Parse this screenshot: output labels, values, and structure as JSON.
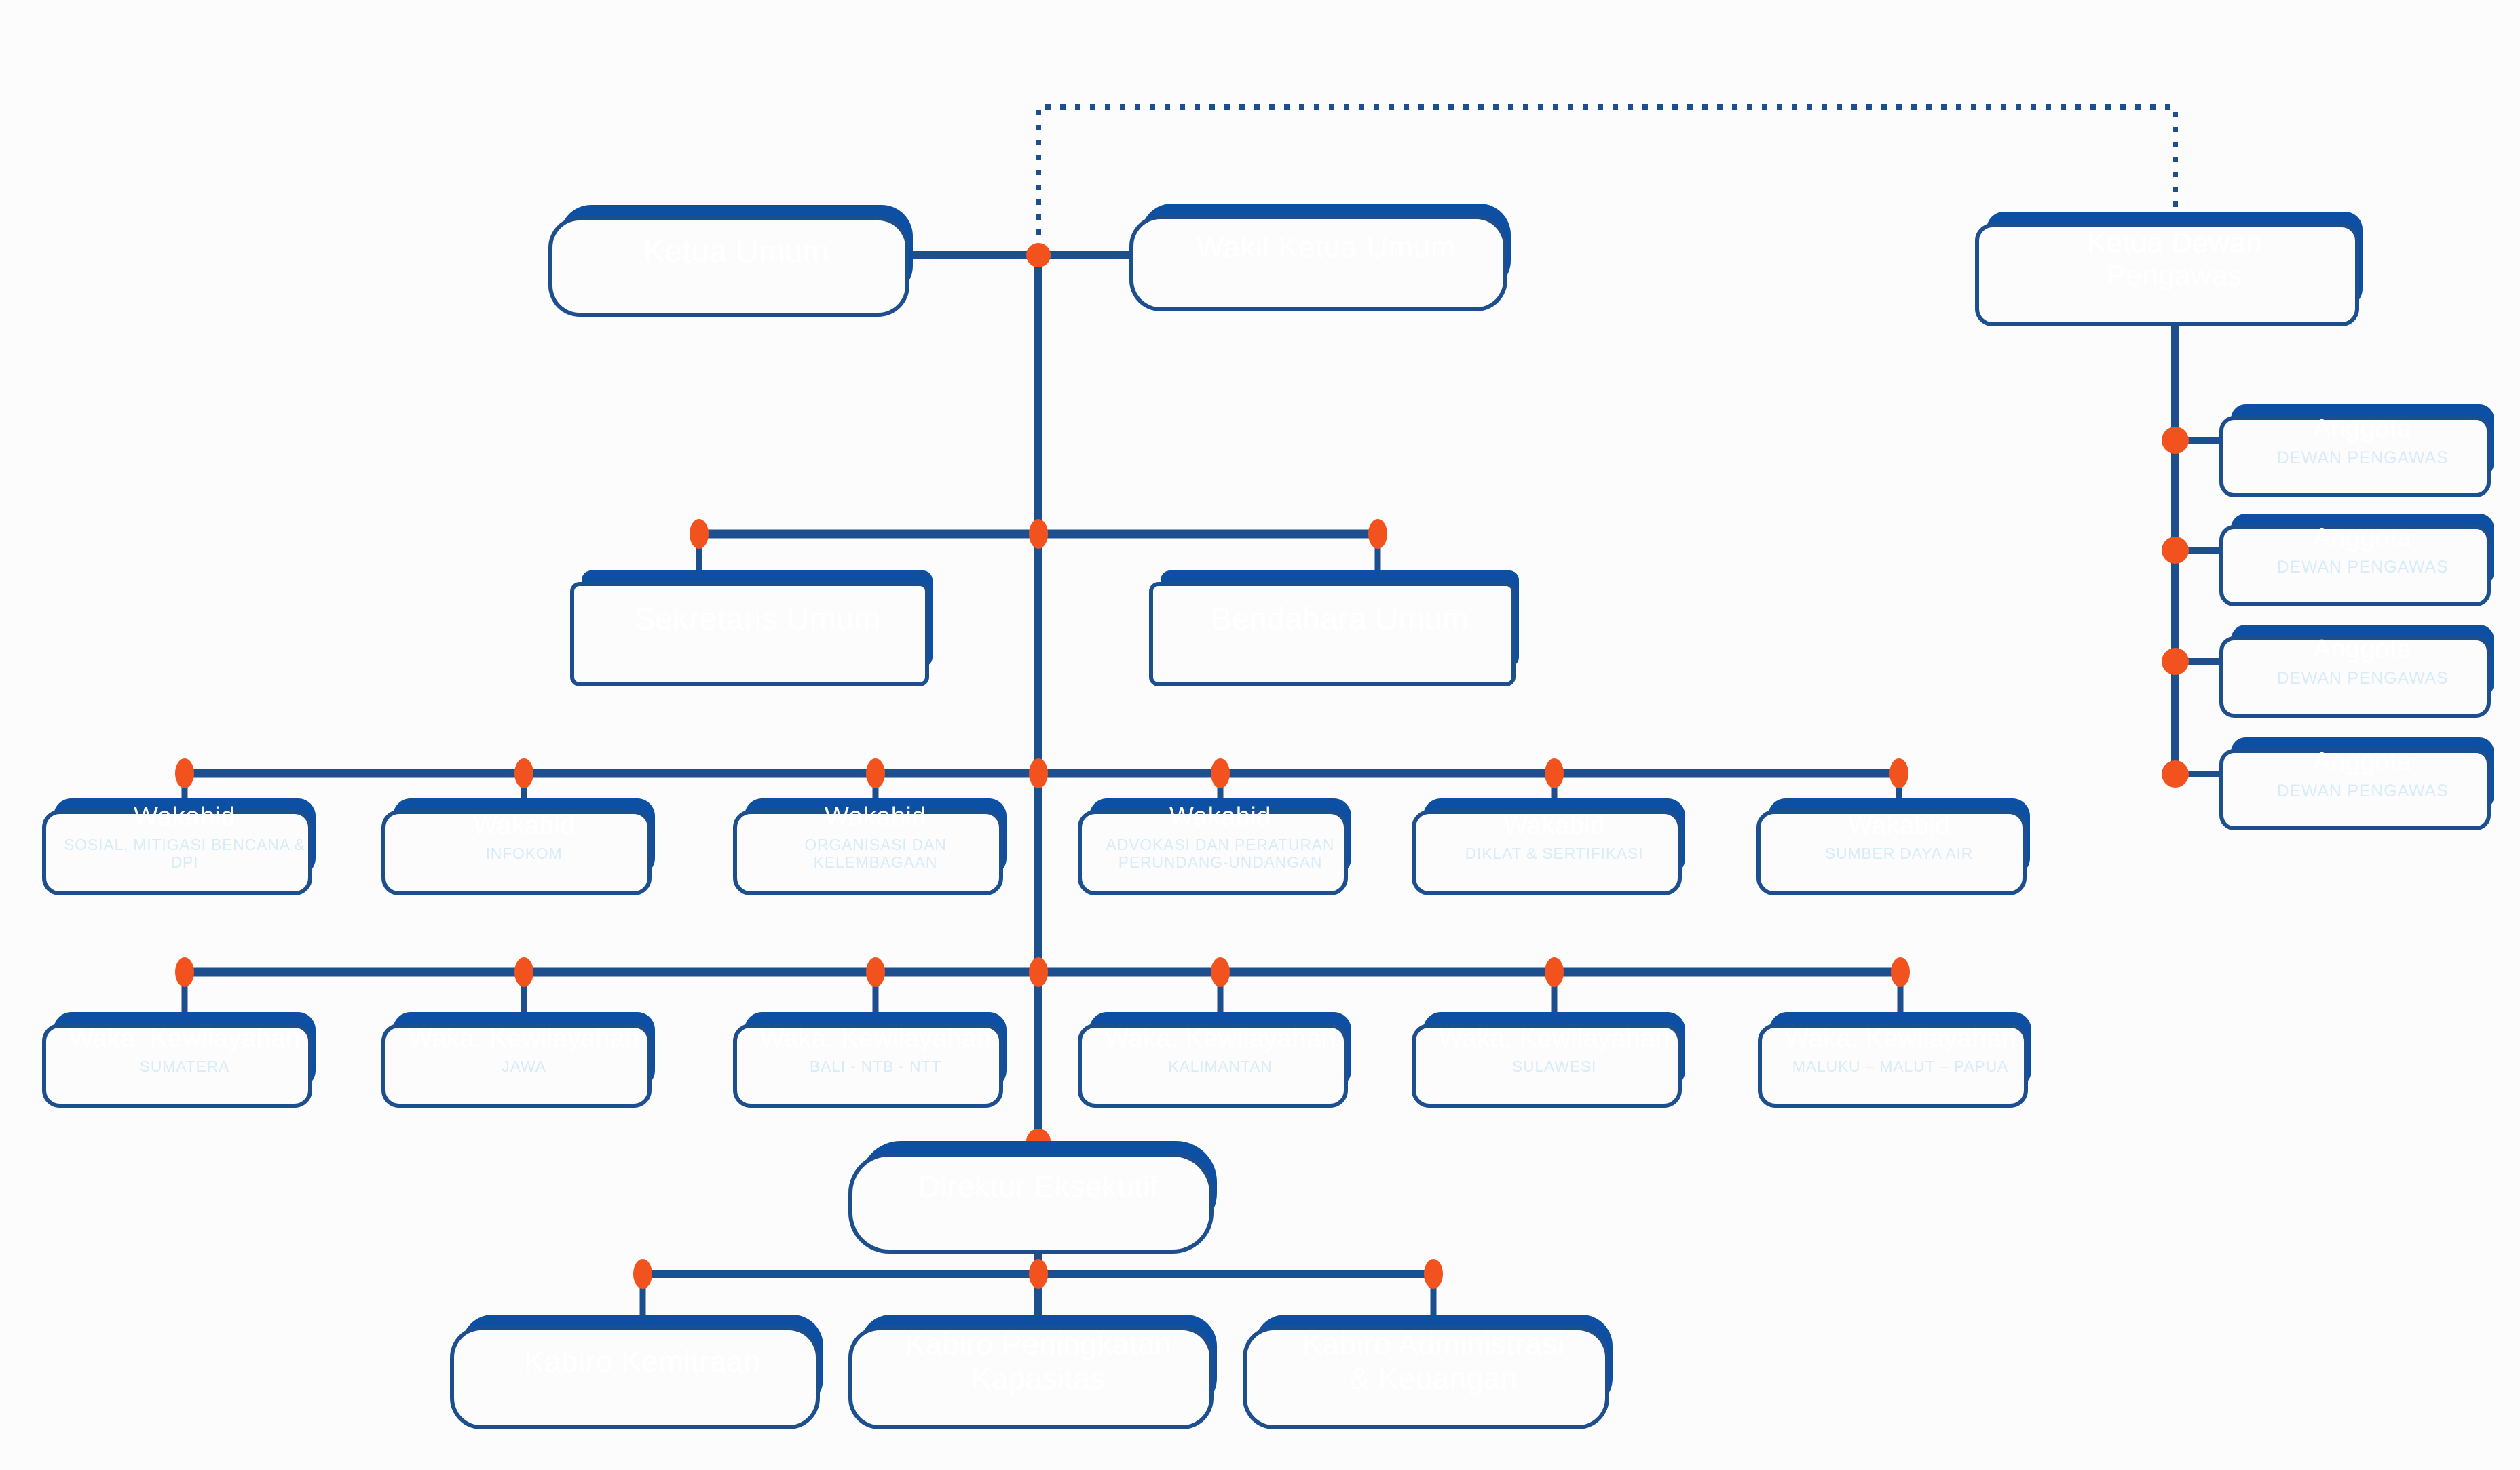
{
  "palette": {
    "box_blue": "#0c4fa3",
    "connector_blue": "#1d4e8e",
    "junction_orange": "#f2521e",
    "background": "#fcfcfc",
    "title_text": "#ffffff",
    "subtitle_text": "#d8ebf8"
  },
  "org": {
    "ketua_umum": {
      "title": "Ketua Umum"
    },
    "wakil_ketua_umum": {
      "title": "Wakil Ketua Umum"
    },
    "ketua_dewan_pengawas": {
      "title": "Ketua Dewan Pengawas"
    },
    "anggota_dewan_pengawas": [
      {
        "title": "Anggota",
        "subtitle": "DEWAN PENGAWAS"
      },
      {
        "title": "Anggota",
        "subtitle": "DEWAN PENGAWAS"
      },
      {
        "title": "Anggota",
        "subtitle": "DEWAN PENGAWAS"
      },
      {
        "title": "Anggota",
        "subtitle": "DEWAN PENGAWAS"
      }
    ],
    "sekretaris_umum": {
      "title": "Sekretaris Umum"
    },
    "bendahara_umum": {
      "title": "Bendahara Umum"
    },
    "wakabid": [
      {
        "title": "Wakabid",
        "subtitle": "SOSIAL, MITIGASI BENCANA & DPI"
      },
      {
        "title": "Wakabid",
        "subtitle": "INFOKOM"
      },
      {
        "title": "Wakabid",
        "subtitle": "ORGANISASI DAN KELEMBAGAAN"
      },
      {
        "title": "Wakabid",
        "subtitle": "ADVOKASI DAN PERATURAN PERUNDANG-UNDANGAN"
      },
      {
        "title": "Wakabid",
        "subtitle": "DIKLAT & SERTIFIKASI"
      },
      {
        "title": "Wakabid",
        "subtitle": "SUMBER DAYA AIR"
      }
    ],
    "waka_kewilayahan": [
      {
        "title": "Waka. Kewilayahan",
        "subtitle": "SUMATERA"
      },
      {
        "title": "Waka. Kewilayahan",
        "subtitle": "JAWA"
      },
      {
        "title": "Waka. Kewilayahan",
        "subtitle": "BALI - NTB - NTT"
      },
      {
        "title": "Waka. Kewilayahan",
        "subtitle": "KALIMANTAN"
      },
      {
        "title": "Waka. Kewilayahan",
        "subtitle": "SULAWESI"
      },
      {
        "title": "Waka. Kewilayahan",
        "subtitle": "MALUKU – MALUT – PAPUA"
      }
    ],
    "direktur_eksekutif": {
      "title": "Direktur Eksekutif"
    },
    "kabiro": [
      {
        "title": "Kabiro Kemitraan"
      },
      {
        "title": "Kabiro Peningkatan Kapasitas"
      },
      {
        "title": "Kabiro Administrasi & Keuangan"
      }
    ]
  }
}
